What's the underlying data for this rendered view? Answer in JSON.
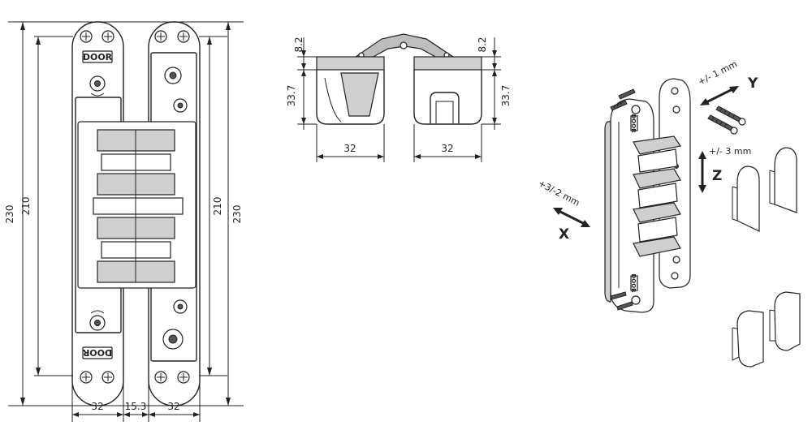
{
  "front_view": {
    "dim_overall_left": "230",
    "dim_body_left": "210",
    "dim_body_right": "210",
    "dim_overall_right": "230",
    "dim_leaf_left_width": "32",
    "dim_gap": "15.3",
    "dim_leaf_right_width": "32",
    "logo_top": "DOOR",
    "logo_bottom": "DOOR"
  },
  "top_view": {
    "dim_left_height_small": "8.2",
    "dim_left_height": "33.7",
    "dim_left_width": "32",
    "dim_right_height_small": "8.2",
    "dim_right_height": "33.7",
    "dim_right_width": "32"
  },
  "isometric_view": {
    "adjust_y_text": "+/- 1 mm",
    "axis_y": "Y",
    "adjust_z_text": "+/- 3 mm",
    "axis_z": "Z",
    "adjust_x_text": "+3/-2 mm",
    "axis_x": "X",
    "logo_a": "DOOR",
    "logo_b": "DOOR"
  }
}
